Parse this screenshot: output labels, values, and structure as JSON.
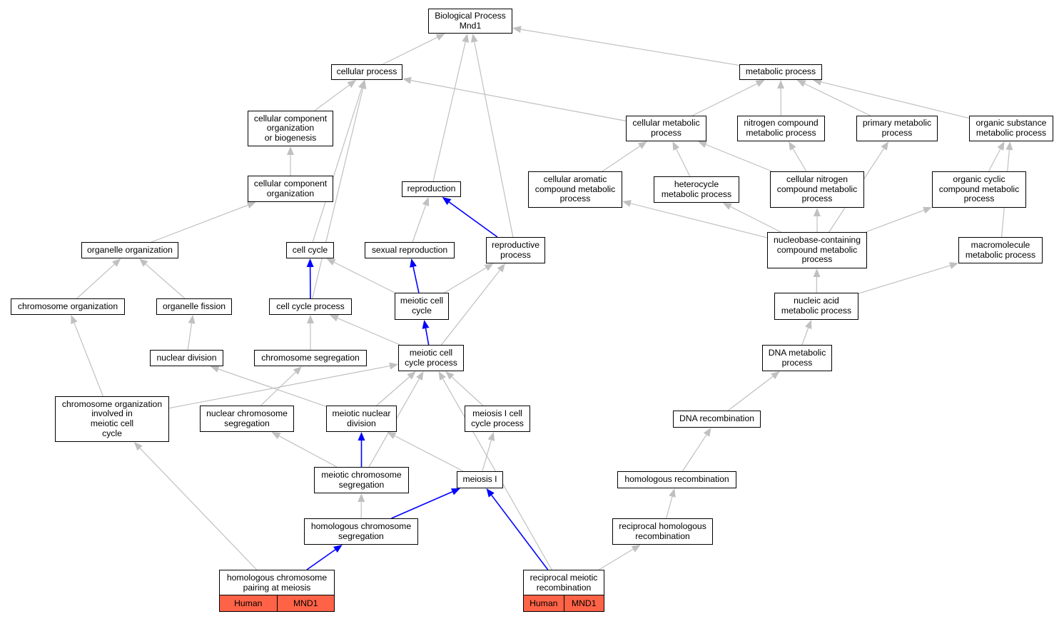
{
  "graph": {
    "colors": {
      "edge": "#c0c0c0",
      "highlight": "#0000ff",
      "annotation_fill": "#ff6347",
      "border": "#000000"
    },
    "nodes": {
      "bp": "Biological Process\nMnd1",
      "cellular_process": "cellular process",
      "metabolic_process": "metabolic process",
      "ccob": "cellular component\norganization\nor biogenesis",
      "cellular_metabolic": "cellular metabolic\nprocess",
      "nitrogen_compound": "nitrogen compound\nmetabolic process",
      "primary_metabolic": "primary metabolic\nprocess",
      "organic_substance": "organic substance\nmetabolic process",
      "cco": "cellular component\norganization",
      "reproduction": "reproduction",
      "cellular_aromatic": "cellular aromatic\ncompound metabolic\nprocess",
      "heterocycle": "heterocycle\nmetabolic process",
      "cellular_nitrogen": "cellular nitrogen\ncompound metabolic\nprocess",
      "organic_cyclic": "organic cyclic\ncompound metabolic\nprocess",
      "reproductive_process": "reproductive\nprocess",
      "organelle_org": "organelle organization",
      "cell_cycle": "cell cycle",
      "sexual_reproduction": "sexual reproduction",
      "nucleobase": "nucleobase-containing\ncompound metabolic\nprocess",
      "macromolecule": "macromolecule\nmetabolic process",
      "meiotic_cell_cycle": "meiotic cell\ncycle",
      "chromosome_org": "chromosome organization",
      "organelle_fission": "organelle fission",
      "cell_cycle_process": "cell cycle process",
      "nucleic_acid": "nucleic acid\nmetabolic process",
      "nuclear_division": "nuclear division",
      "chromosome_segregation": "chromosome segregation",
      "mccp": "meiotic cell\ncycle process",
      "dna_metabolic": "DNA metabolic\nprocess",
      "coimcc": "chromosome organization\ninvolved in\nmeiotic cell\ncycle",
      "nuclear_chrom_seg": "nuclear chromosome\nsegregation",
      "meiotic_nuclear_div": "meiotic nuclear\ndivision",
      "meiosis_i_ccp": "meiosis I cell\ncycle process",
      "dna_recombination": "DNA recombination",
      "meiotic_chrom_seg": "meiotic chromosome\nsegregation",
      "meiosis_i": "meiosis I",
      "homologous_recomb": "homologous recombination",
      "homologous_chrom_seg": "homologous chromosome\nsegregation",
      "reciprocal_homologous": "reciprocal homologous\nrecombination"
    },
    "annotated": {
      "hcpm": {
        "title": "homologous chromosome\npairing at meiosis",
        "species": "Human",
        "gene": "MND1"
      },
      "rmr": {
        "title": "reciprocal meiotic\nrecombination",
        "species": "Human",
        "gene": "MND1"
      }
    },
    "edges": [
      [
        "cellular_process",
        "bp",
        "gray"
      ],
      [
        "metabolic_process",
        "bp",
        "gray"
      ],
      [
        "reproduction",
        "bp",
        "gray"
      ],
      [
        "reproductive_process",
        "bp",
        "gray"
      ],
      [
        "ccob",
        "cellular_process",
        "gray"
      ],
      [
        "cellular_metabolic",
        "cellular_process",
        "gray"
      ],
      [
        "cell_cycle",
        "cellular_process",
        "gray"
      ],
      [
        "cell_cycle_process",
        "cellular_process",
        "gray"
      ],
      [
        "cellular_metabolic",
        "metabolic_process",
        "gray"
      ],
      [
        "nitrogen_compound",
        "metabolic_process",
        "gray"
      ],
      [
        "primary_metabolic",
        "metabolic_process",
        "gray"
      ],
      [
        "organic_substance",
        "metabolic_process",
        "gray"
      ],
      [
        "cco",
        "ccob",
        "gray"
      ],
      [
        "organelle_org",
        "cco",
        "gray"
      ],
      [
        "cellular_aromatic",
        "cellular_metabolic",
        "gray"
      ],
      [
        "heterocycle",
        "cellular_metabolic",
        "gray"
      ],
      [
        "cellular_nitrogen",
        "cellular_metabolic",
        "gray"
      ],
      [
        "cellular_nitrogen",
        "nitrogen_compound",
        "gray"
      ],
      [
        "nucleobase",
        "primary_metabolic",
        "gray"
      ],
      [
        "organic_cyclic",
        "organic_substance",
        "gray"
      ],
      [
        "macromolecule",
        "organic_substance",
        "gray"
      ],
      [
        "sexual_reproduction",
        "reproduction",
        "gray"
      ],
      [
        "reproductive_process",
        "reproduction",
        "blue"
      ],
      [
        "nucleobase",
        "cellular_aromatic",
        "gray"
      ],
      [
        "nucleobase",
        "heterocycle",
        "gray"
      ],
      [
        "nucleobase",
        "cellular_nitrogen",
        "gray"
      ],
      [
        "nucleobase",
        "organic_cyclic",
        "gray"
      ],
      [
        "chromosome_org",
        "organelle_org",
        "gray"
      ],
      [
        "organelle_fission",
        "organelle_org",
        "gray"
      ],
      [
        "cell_cycle_process",
        "cell_cycle",
        "blue"
      ],
      [
        "meiotic_cell_cycle",
        "cell_cycle",
        "gray"
      ],
      [
        "meiotic_cell_cycle",
        "sexual_reproduction",
        "blue"
      ],
      [
        "meiotic_cell_cycle",
        "reproductive_process",
        "gray"
      ],
      [
        "mccp",
        "reproductive_process",
        "gray"
      ],
      [
        "nucleic_acid",
        "nucleobase",
        "gray"
      ],
      [
        "nucleic_acid",
        "macromolecule",
        "gray"
      ],
      [
        "mccp",
        "meiotic_cell_cycle",
        "blue"
      ],
      [
        "coimcc",
        "chromosome_org",
        "gray"
      ],
      [
        "nuclear_division",
        "organelle_fission",
        "gray"
      ],
      [
        "mccp",
        "cell_cycle_process",
        "gray"
      ],
      [
        "chromosome_segregation",
        "cell_cycle_process",
        "gray"
      ],
      [
        "dna_metabolic",
        "nucleic_acid",
        "gray"
      ],
      [
        "meiotic_nuclear_div",
        "nuclear_division",
        "gray"
      ],
      [
        "nuclear_chrom_seg",
        "chromosome_segregation",
        "gray"
      ],
      [
        "coimcc",
        "mccp",
        "gray"
      ],
      [
        "meiotic_nuclear_div",
        "mccp",
        "gray"
      ],
      [
        "meiosis_i_ccp",
        "mccp",
        "gray"
      ],
      [
        "meiotic_chrom_seg",
        "mccp",
        "gray"
      ],
      [
        "rmr",
        "mccp",
        "gray"
      ],
      [
        "dna_recombination",
        "dna_metabolic",
        "gray"
      ],
      [
        "meiotic_chrom_seg",
        "nuclear_chrom_seg",
        "gray"
      ],
      [
        "meiotic_chrom_seg",
        "meiotic_nuclear_div",
        "blue"
      ],
      [
        "meiosis_i",
        "meiotic_nuclear_div",
        "gray"
      ],
      [
        "meiosis_i",
        "meiosis_i_ccp",
        "gray"
      ],
      [
        "homologous_recomb",
        "dna_recombination",
        "gray"
      ],
      [
        "homologous_chrom_seg",
        "meiotic_chrom_seg",
        "gray"
      ],
      [
        "homologous_chrom_seg",
        "meiosis_i",
        "blue"
      ],
      [
        "rmr",
        "meiosis_i",
        "blue"
      ],
      [
        "reciprocal_homologous",
        "homologous_recomb",
        "gray"
      ],
      [
        "hcpm",
        "homologous_chrom_seg",
        "blue"
      ],
      [
        "hcpm",
        "coimcc",
        "gray"
      ],
      [
        "rmr",
        "reciprocal_homologous",
        "gray"
      ]
    ]
  }
}
